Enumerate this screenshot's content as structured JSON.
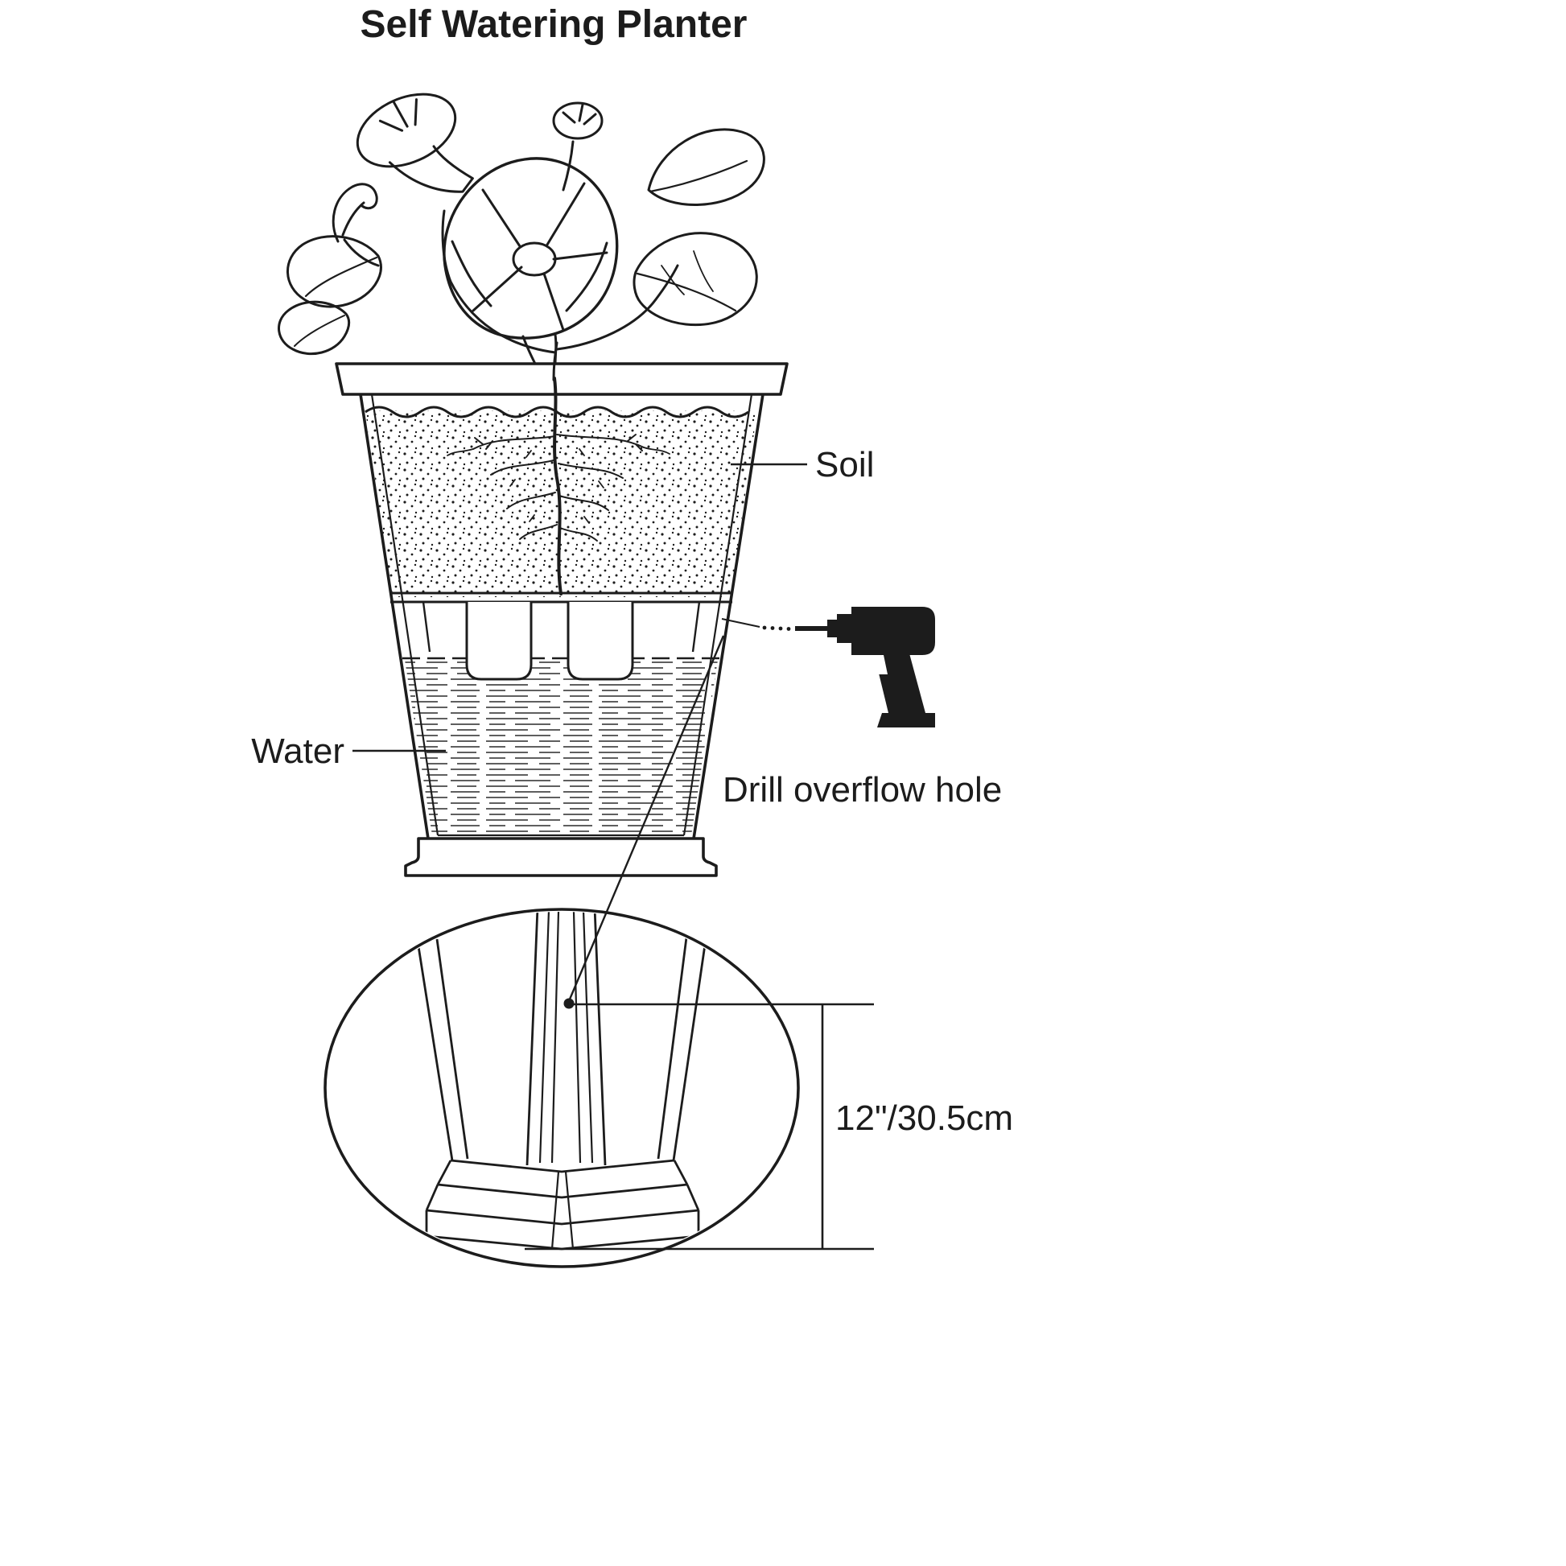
{
  "title": "Self Watering Planter",
  "diagram": {
    "labels": {
      "soil": "Soil",
      "water": "Water",
      "drill_instruction": "Drill overflow hole",
      "measurement": "12\"/30.5cm"
    },
    "colors": {
      "ink": "#1c1c1c",
      "background": "#ffffff"
    }
  }
}
